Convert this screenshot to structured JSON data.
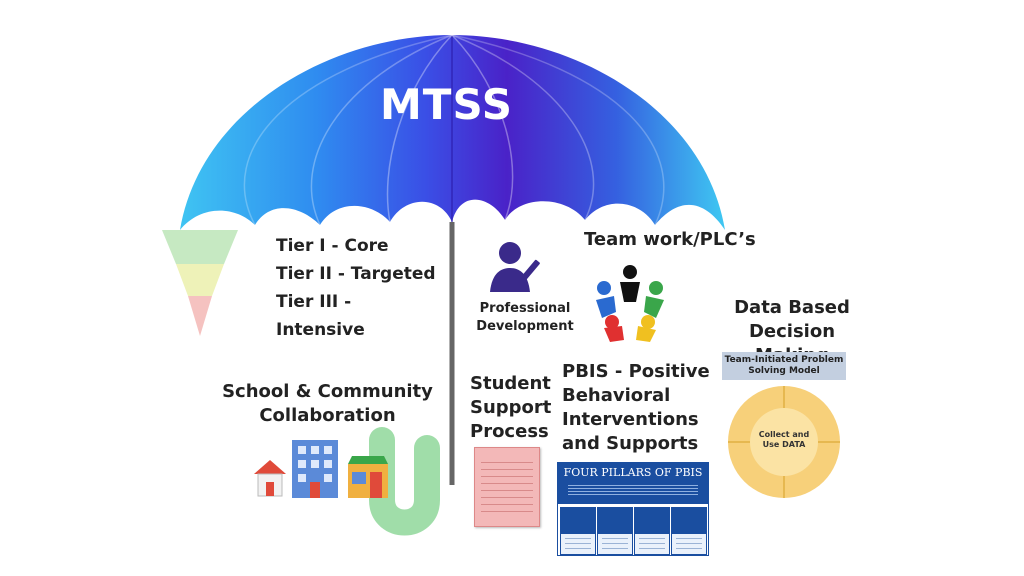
{
  "title": "MTSS",
  "tiers": [
    "Tier I - Core",
    "Tier II - Targeted",
    "Tier III -",
    "Intensive"
  ],
  "collaboration": [
    "School & Community",
    "Collaboration"
  ],
  "professional_development": [
    "Professional",
    "Development"
  ],
  "teamwork": "Team work/PLC’s",
  "data_based": [
    "Data Based",
    "Decision Making"
  ],
  "student_support": [
    "Student",
    "Support",
    "Process"
  ],
  "pbis": [
    "PBIS - Positive",
    "Behavioral",
    "Interventions",
    "and Supports"
  ],
  "pbis_figure": {
    "title": "FOUR PILLARS OF PBIS"
  },
  "problem_solving": {
    "title": [
      "Team-Initiated Problem",
      "Solving Model"
    ],
    "center": [
      "Collect and",
      "Use DATA"
    ]
  },
  "colors": {
    "canopy_light": "#3db8f0",
    "canopy_mid": "#2f6ff0",
    "canopy_dark": "#4a22c8",
    "pbis_blue": "#1a4ea0",
    "form_pink": "#f3b8b8"
  }
}
